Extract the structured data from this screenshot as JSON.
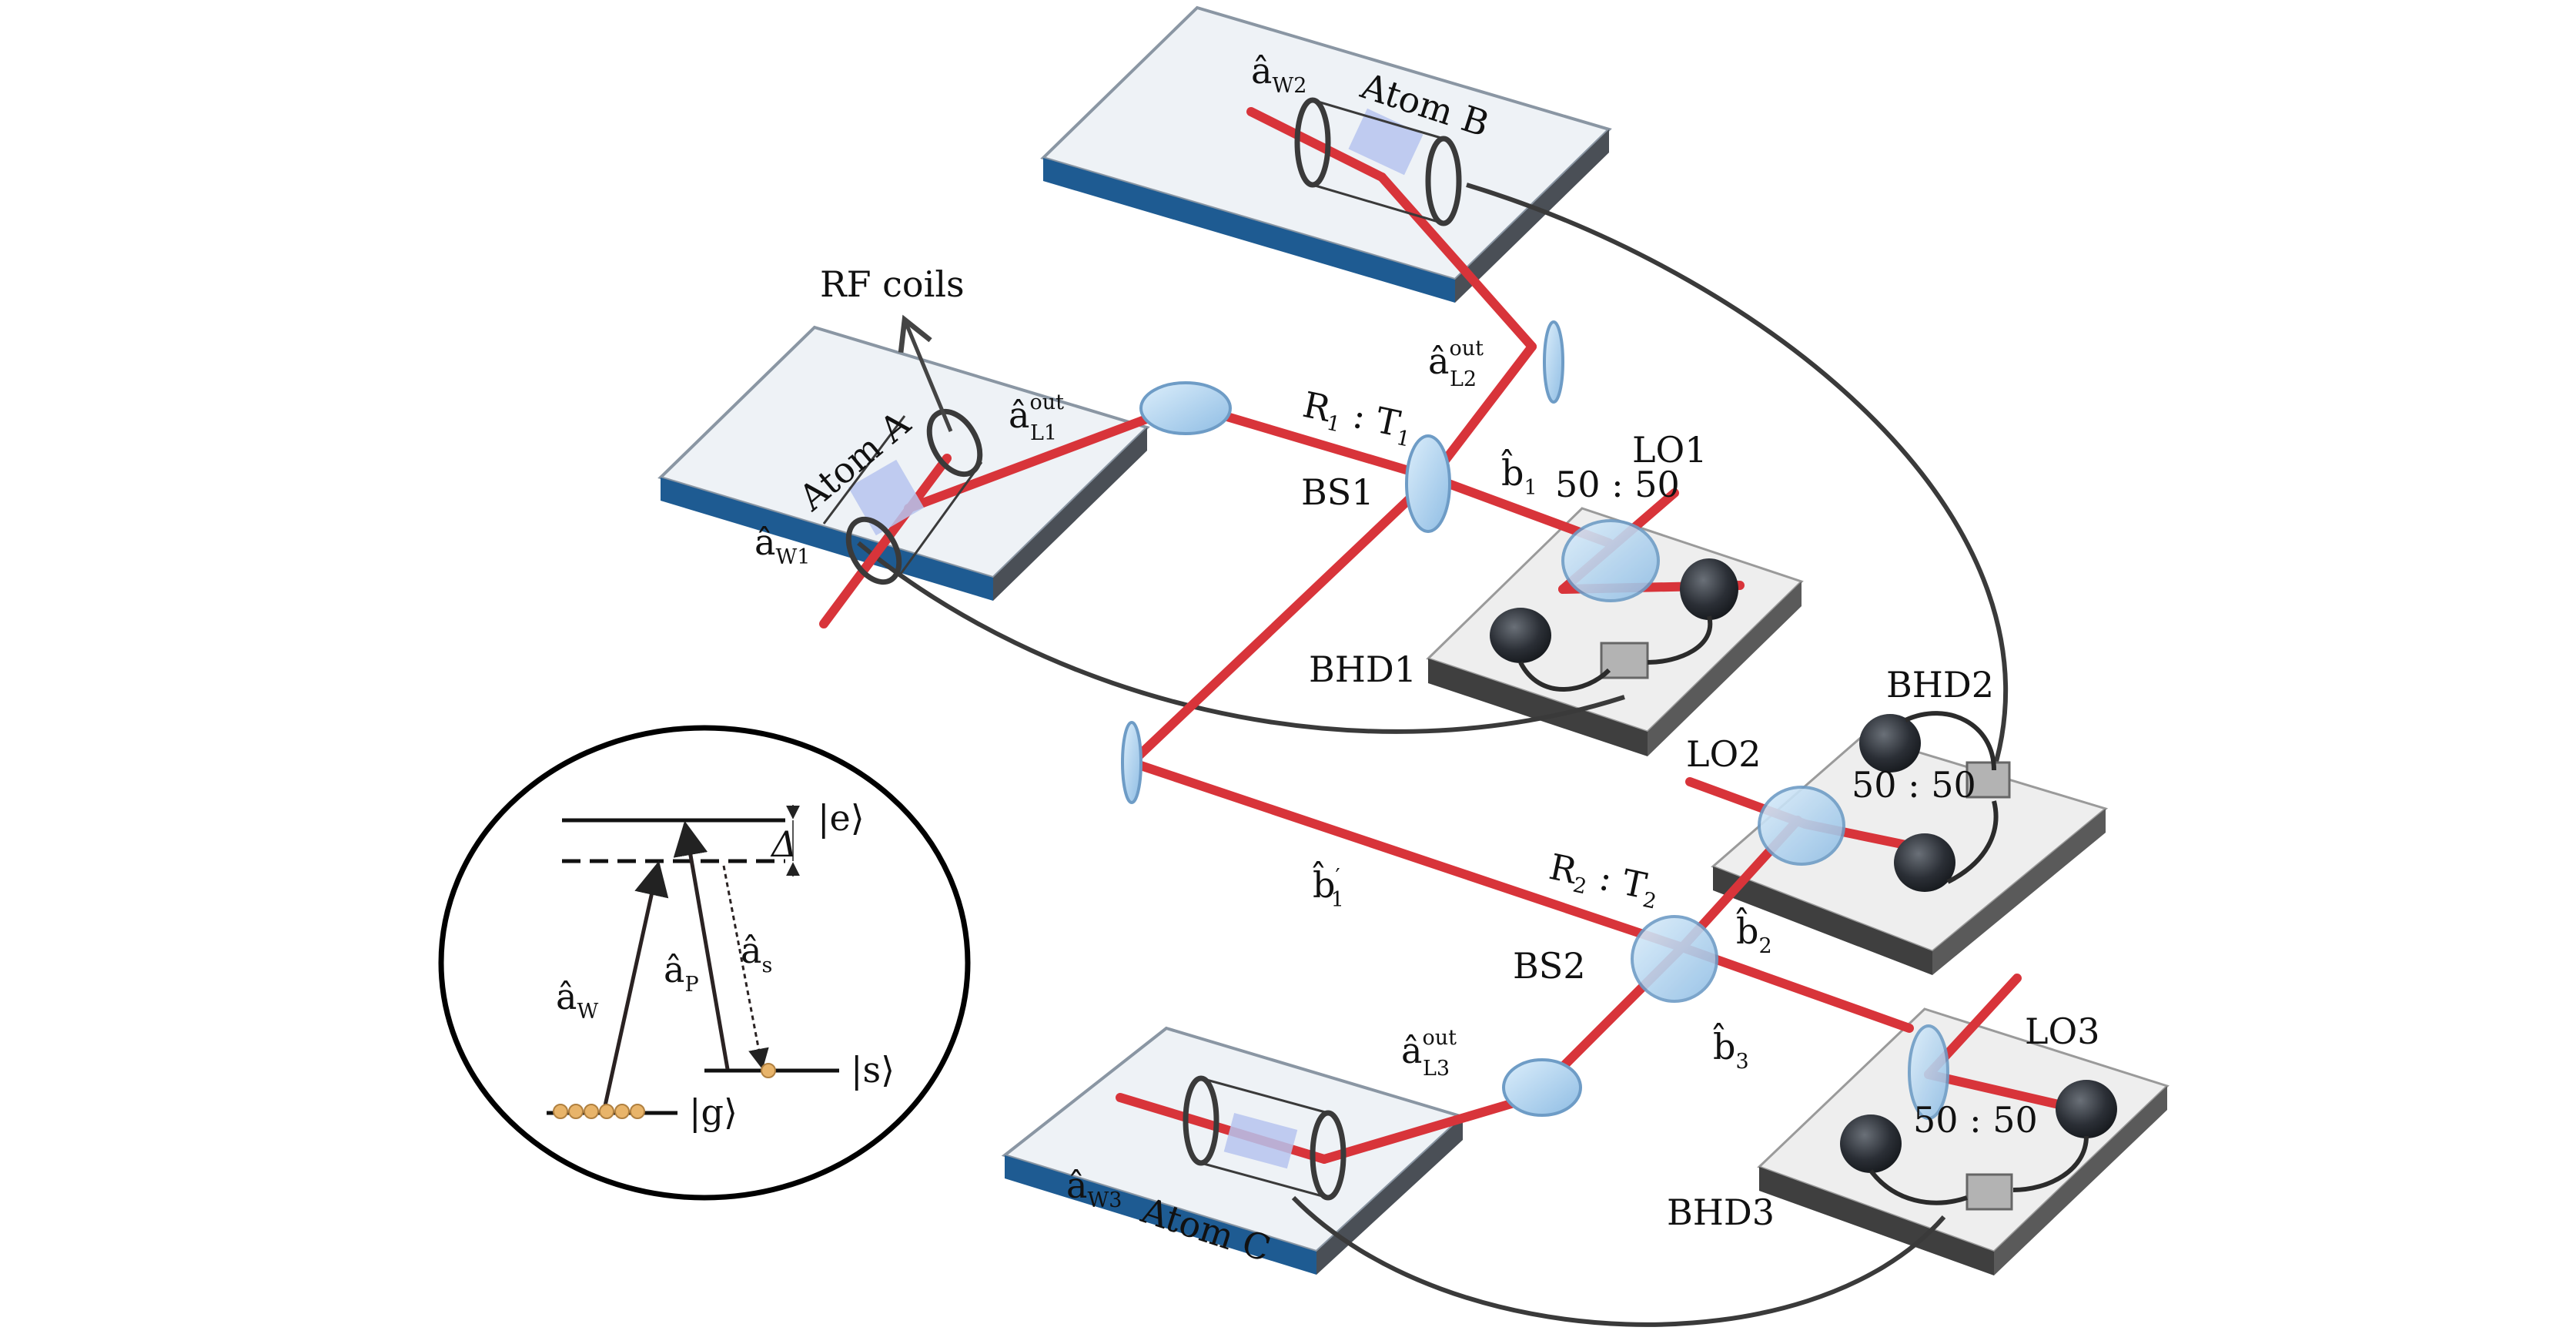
{
  "colors": {
    "beam": "#d8343a",
    "table_top": "#eef2f6",
    "table_edge": "#1e5b92",
    "cable": "#3a3a3a",
    "lens": "#a9cdec",
    "cell": "#b6c4ef",
    "detector": "#2b2f36",
    "atom_level": "#e8b46a"
  },
  "labels": {
    "rf_coils": "RF coils",
    "atom_a": "Atom A",
    "atom_b": "Atom B",
    "atom_c": "Atom C",
    "aW1": {
      "base": "â",
      "sub": "W1"
    },
    "aW2": {
      "base": "â",
      "sub": "W2"
    },
    "aW3": {
      "base": "â",
      "sub": "W3"
    },
    "aL1out": {
      "base": "â",
      "sub": "L1",
      "sup": "out"
    },
    "aL2out": {
      "base": "â",
      "sub": "L2",
      "sup": "out"
    },
    "aL3out": {
      "base": "â",
      "sub": "L3",
      "sup": "out"
    },
    "r1t1": {
      "r": "R",
      "rsub": "1",
      "sep": " : ",
      "t": "T",
      "tsub": "1"
    },
    "r2t2": {
      "r": "R",
      "rsub": "2",
      "sep": " : ",
      "t": "T",
      "tsub": "2"
    },
    "bs1": "BS1",
    "bs2": "BS2",
    "b1": {
      "base": "b̂",
      "sub": "1"
    },
    "b1prime": {
      "base": "b̂",
      "sub": "1",
      "sup": "′"
    },
    "b2": {
      "base": "b̂",
      "sub": "2"
    },
    "b3": {
      "base": "b̂",
      "sub": "3"
    },
    "lo1": "LO1",
    "lo2": "LO2",
    "lo3": "LO3",
    "ratio1": "50 : 50",
    "ratio2": "50 : 50",
    "ratio3": "50 : 50",
    "bhd1": "BHD1",
    "bhd2": "BHD2",
    "bhd3": "BHD3"
  },
  "inset": {
    "e": "|e⟩",
    "g": "|g⟩",
    "s": "|s⟩",
    "delta": "Δ",
    "aW": {
      "base": "â",
      "sub": "W"
    },
    "aP": {
      "base": "â",
      "sub": "P"
    },
    "as": {
      "base": "â",
      "sub": "s"
    }
  }
}
